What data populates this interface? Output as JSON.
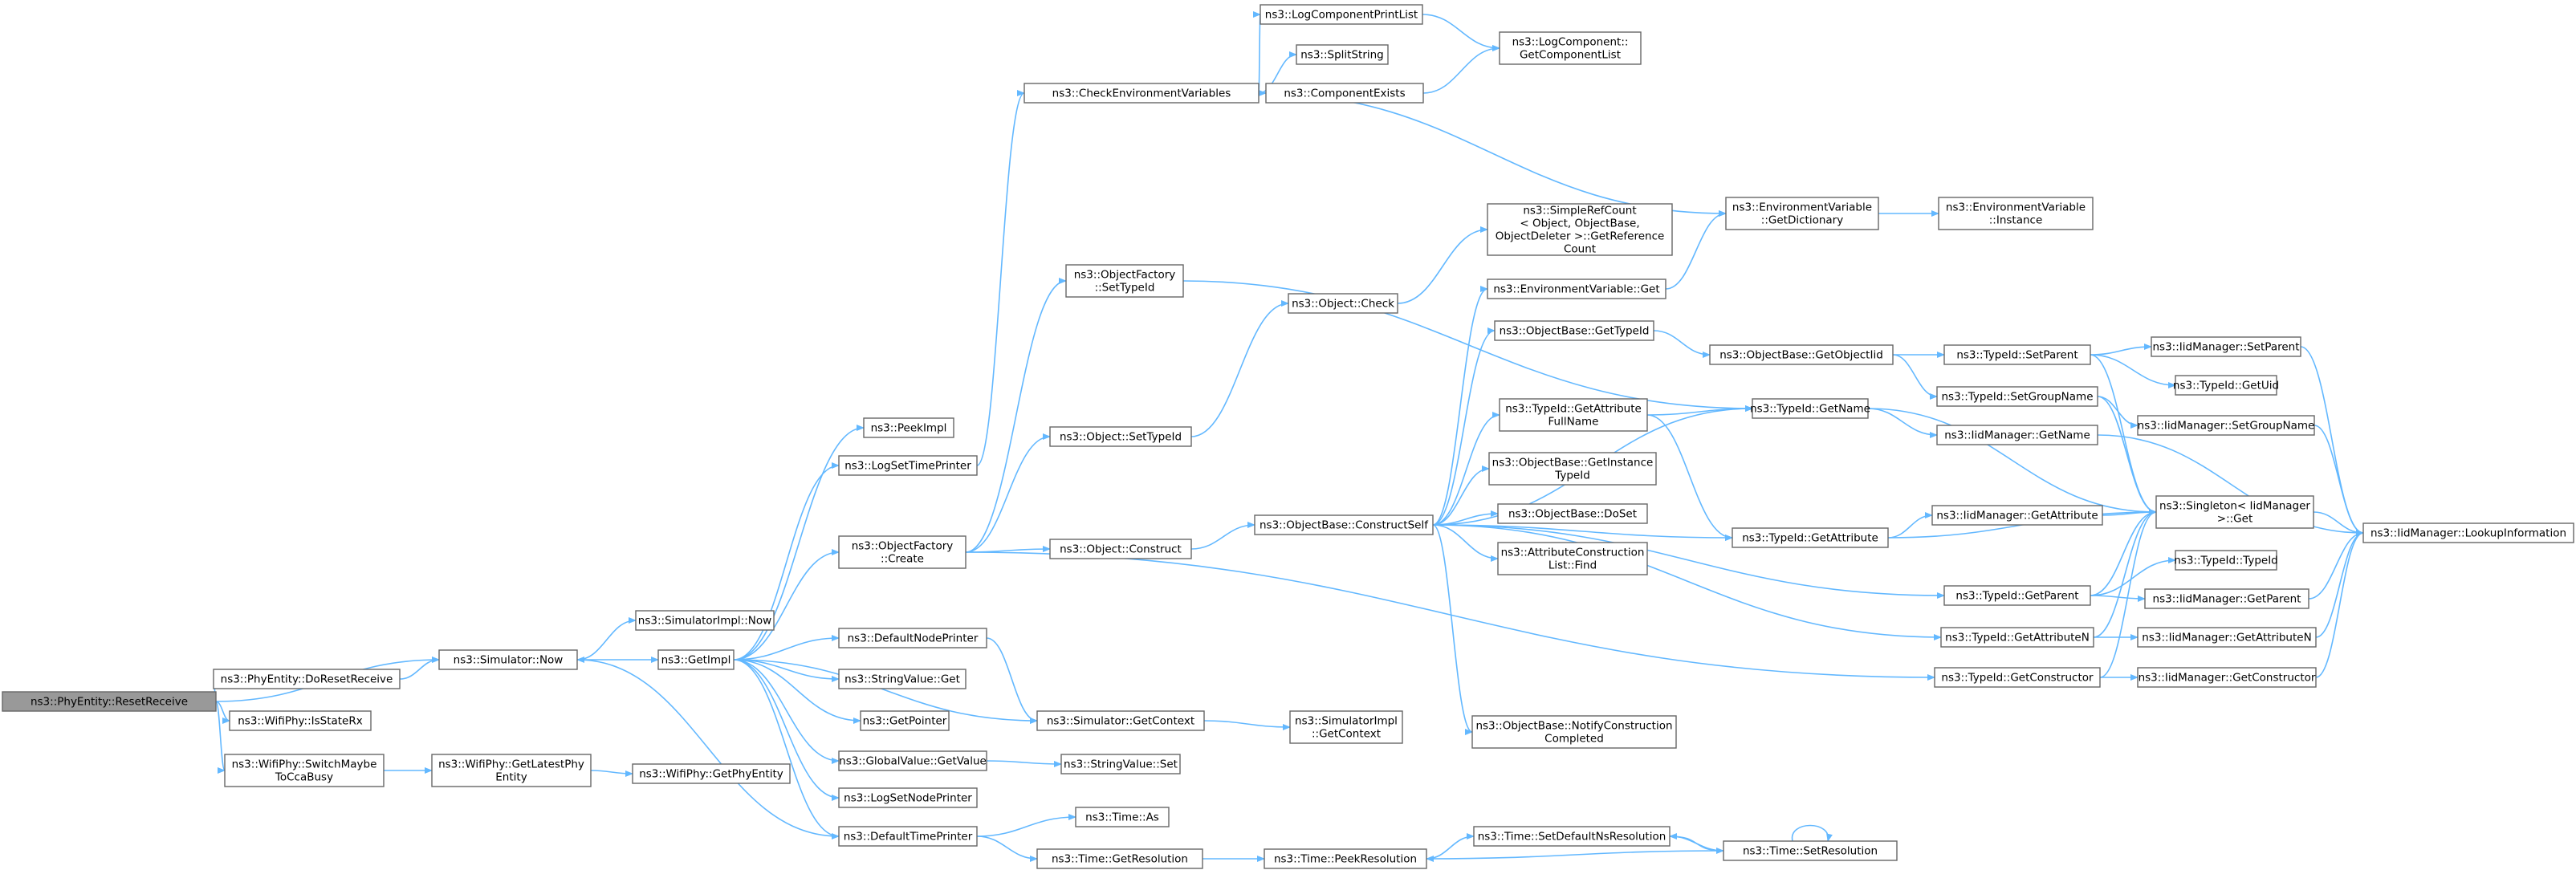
{
  "colors": {
    "edge": "#63b8ff",
    "node_border": "#666666",
    "root_fill": "#999999",
    "node_fill": "#ffffff"
  },
  "nodes": [
    {
      "id": "n0",
      "lines": [
        "ns3::PhyEntity::ResetReceive"
      ],
      "root": true
    },
    {
      "id": "n1",
      "lines": [
        "ns3::Simulator::Now"
      ]
    },
    {
      "id": "n2",
      "lines": [
        "ns3::PhyEntity::DoResetReceive"
      ]
    },
    {
      "id": "n3",
      "lines": [
        "ns3::WifiPhy::IsStateRx"
      ]
    },
    {
      "id": "n4",
      "lines": [
        "ns3::WifiPhy::SwitchMaybe",
        "ToCcaBusy"
      ]
    },
    {
      "id": "n5",
      "lines": [
        "ns3::SimulatorImpl::Now"
      ]
    },
    {
      "id": "n6",
      "lines": [
        "ns3::GetImpl"
      ]
    },
    {
      "id": "n7",
      "lines": [
        "ns3::WifiPhy::GetLatestPhy",
        "Entity"
      ]
    },
    {
      "id": "n8",
      "lines": [
        "ns3::WifiPhy::GetPhyEntity"
      ]
    },
    {
      "id": "n9",
      "lines": [
        "ns3::PeekImpl"
      ]
    },
    {
      "id": "n10",
      "lines": [
        "ns3::LogSetTimePrinter"
      ]
    },
    {
      "id": "n11",
      "lines": [
        "ns3::ObjectFactory",
        "::Create"
      ]
    },
    {
      "id": "n12",
      "lines": [
        "ns3::DefaultNodePrinter"
      ]
    },
    {
      "id": "n13",
      "lines": [
        "ns3::StringValue::Get"
      ]
    },
    {
      "id": "n14",
      "lines": [
        "ns3::GetPointer"
      ]
    },
    {
      "id": "n15",
      "lines": [
        "ns3::GlobalValue::GetValue"
      ]
    },
    {
      "id": "n16",
      "lines": [
        "ns3::LogSetNodePrinter"
      ]
    },
    {
      "id": "n17",
      "lines": [
        "ns3::DefaultTimePrinter"
      ]
    },
    {
      "id": "n18",
      "lines": [
        "ns3::CheckEnvironmentVariables"
      ]
    },
    {
      "id": "n19",
      "lines": [
        "ns3::ObjectFactory",
        "::SetTypeId"
      ]
    },
    {
      "id": "n20",
      "lines": [
        "ns3::Object::SetTypeId"
      ]
    },
    {
      "id": "n21",
      "lines": [
        "ns3::Object::Construct"
      ]
    },
    {
      "id": "n22",
      "lines": [
        "ns3::Simulator::GetContext"
      ]
    },
    {
      "id": "n23",
      "lines": [
        "ns3::StringValue::Set"
      ]
    },
    {
      "id": "n24",
      "lines": [
        "ns3::Time::As"
      ]
    },
    {
      "id": "n25",
      "lines": [
        "ns3::Time::GetResolution"
      ]
    },
    {
      "id": "n26",
      "lines": [
        "ns3::LogComponentPrintList"
      ]
    },
    {
      "id": "n27",
      "lines": [
        "ns3::SplitString"
      ]
    },
    {
      "id": "n28",
      "lines": [
        "ns3::ComponentExists"
      ]
    },
    {
      "id": "n29",
      "lines": [
        "ns3::Object::Check"
      ]
    },
    {
      "id": "n30",
      "lines": [
        "ns3::ObjectBase::ConstructSelf"
      ]
    },
    {
      "id": "n31",
      "lines": [
        "ns3::SimulatorImpl",
        "::GetContext"
      ]
    },
    {
      "id": "n32",
      "lines": [
        "ns3::Time::PeekResolution"
      ]
    },
    {
      "id": "n33",
      "lines": [
        "ns3::LogComponent::",
        "GetComponentList"
      ]
    },
    {
      "id": "n34",
      "lines": [
        "ns3::SimpleRefCount",
        "< Object, ObjectBase,",
        " ObjectDeleter >::GetReference",
        "Count"
      ]
    },
    {
      "id": "n35",
      "lines": [
        "ns3::EnvironmentVariable::Get"
      ]
    },
    {
      "id": "n36",
      "lines": [
        "ns3::ObjectBase::GetTypeId"
      ]
    },
    {
      "id": "n37",
      "lines": [
        "ns3::TypeId::GetAttribute",
        "FullName"
      ]
    },
    {
      "id": "n38",
      "lines": [
        "ns3::ObjectBase::GetInstance",
        "TypeId"
      ]
    },
    {
      "id": "n39",
      "lines": [
        "ns3::ObjectBase::DoSet"
      ]
    },
    {
      "id": "n40",
      "lines": [
        "ns3::AttributeConstruction",
        "List::Find"
      ]
    },
    {
      "id": "n41",
      "lines": [
        "ns3::ObjectBase::NotifyConstruction",
        "Completed"
      ]
    },
    {
      "id": "n42",
      "lines": [
        "ns3::Time::SetDefaultNsResolution"
      ]
    },
    {
      "id": "n43",
      "lines": [
        "ns3::EnvironmentVariable",
        "::GetDictionary"
      ]
    },
    {
      "id": "n44",
      "lines": [
        "ns3::ObjectBase::GetObjectIid"
      ]
    },
    {
      "id": "n45",
      "lines": [
        "ns3::TypeId::GetName"
      ]
    },
    {
      "id": "n46",
      "lines": [
        "ns3::TypeId::GetAttribute"
      ]
    },
    {
      "id": "n47",
      "lines": [
        "ns3::Time::SetResolution"
      ]
    },
    {
      "id": "n48",
      "lines": [
        "ns3::EnvironmentVariable",
        "::Instance"
      ]
    },
    {
      "id": "n49",
      "lines": [
        "ns3::TypeId::SetParent"
      ]
    },
    {
      "id": "n50",
      "lines": [
        "ns3::TypeId::SetGroupName"
      ]
    },
    {
      "id": "n51",
      "lines": [
        "ns3::IidManager::GetName"
      ]
    },
    {
      "id": "n52",
      "lines": [
        "ns3::IidManager::GetAttribute"
      ]
    },
    {
      "id": "n53",
      "lines": [
        "ns3::TypeId::GetParent"
      ]
    },
    {
      "id": "n54",
      "lines": [
        "ns3::TypeId::GetAttributeN"
      ]
    },
    {
      "id": "n55",
      "lines": [
        "ns3::TypeId::GetConstructor"
      ]
    },
    {
      "id": "n56",
      "lines": [
        "ns3::IidManager::SetParent"
      ]
    },
    {
      "id": "n57",
      "lines": [
        "ns3::TypeId::GetUid"
      ]
    },
    {
      "id": "n58",
      "lines": [
        "ns3::IidManager::SetGroupName"
      ]
    },
    {
      "id": "n59",
      "lines": [
        "ns3::Singleton< IidManager",
        " >::Get"
      ]
    },
    {
      "id": "n60",
      "lines": [
        "ns3::TypeId::TypeId"
      ]
    },
    {
      "id": "n61",
      "lines": [
        "ns3::IidManager::GetParent"
      ]
    },
    {
      "id": "n62",
      "lines": [
        "ns3::IidManager::GetAttributeN"
      ]
    },
    {
      "id": "n63",
      "lines": [
        "ns3::IidManager::GetConstructor"
      ]
    },
    {
      "id": "n64",
      "lines": [
        "ns3::IidManager::LookupInformation"
      ]
    }
  ],
  "edges": [
    [
      "n0",
      "n1"
    ],
    [
      "n0",
      "n2"
    ],
    [
      "n0",
      "n3"
    ],
    [
      "n0",
      "n4"
    ],
    [
      "n2",
      "n1"
    ],
    [
      "n1",
      "n5"
    ],
    [
      "n1",
      "n6"
    ],
    [
      "n4",
      "n7"
    ],
    [
      "n7",
      "n8"
    ],
    [
      "n6",
      "n9"
    ],
    [
      "n6",
      "n10"
    ],
    [
      "n6",
      "n11"
    ],
    [
      "n6",
      "n12"
    ],
    [
      "n6",
      "n13"
    ],
    [
      "n6",
      "n14"
    ],
    [
      "n6",
      "n15"
    ],
    [
      "n6",
      "n16"
    ],
    [
      "n6",
      "n17"
    ],
    [
      "n6",
      "n22"
    ],
    [
      "n17",
      "n1"
    ],
    [
      "n10",
      "n18"
    ],
    [
      "n11",
      "n19"
    ],
    [
      "n11",
      "n20"
    ],
    [
      "n11",
      "n21"
    ],
    [
      "n11",
      "n55"
    ],
    [
      "n12",
      "n22"
    ],
    [
      "n15",
      "n23"
    ],
    [
      "n17",
      "n24"
    ],
    [
      "n17",
      "n25"
    ],
    [
      "n18",
      "n26"
    ],
    [
      "n18",
      "n27"
    ],
    [
      "n18",
      "n28"
    ],
    [
      "n18",
      "n43"
    ],
    [
      "n19",
      "n45"
    ],
    [
      "n20",
      "n29"
    ],
    [
      "n21",
      "n30"
    ],
    [
      "n22",
      "n31"
    ],
    [
      "n25",
      "n32"
    ],
    [
      "n26",
      "n33"
    ],
    [
      "n28",
      "n33"
    ],
    [
      "n29",
      "n34"
    ],
    [
      "n30",
      "n35"
    ],
    [
      "n30",
      "n36"
    ],
    [
      "n30",
      "n37"
    ],
    [
      "n30",
      "n38"
    ],
    [
      "n30",
      "n39"
    ],
    [
      "n30",
      "n40"
    ],
    [
      "n30",
      "n41"
    ],
    [
      "n30",
      "n45"
    ],
    [
      "n30",
      "n46"
    ],
    [
      "n30",
      "n53"
    ],
    [
      "n30",
      "n54"
    ],
    [
      "n35",
      "n43"
    ],
    [
      "n36",
      "n44"
    ],
    [
      "n37",
      "n45"
    ],
    [
      "n37",
      "n46"
    ],
    [
      "n43",
      "n48"
    ],
    [
      "n44",
      "n49"
    ],
    [
      "n44",
      "n50"
    ],
    [
      "n45",
      "n51"
    ],
    [
      "n45",
      "n59"
    ],
    [
      "n46",
      "n52"
    ],
    [
      "n46",
      "n59"
    ],
    [
      "n42",
      "n47"
    ],
    [
      "n47",
      "n42"
    ],
    [
      "n47",
      "n32"
    ],
    [
      "n32",
      "n42"
    ],
    [
      "n47",
      "n47"
    ],
    [
      "n49",
      "n56"
    ],
    [
      "n49",
      "n57"
    ],
    [
      "n49",
      "n59"
    ],
    [
      "n50",
      "n58"
    ],
    [
      "n50",
      "n59"
    ],
    [
      "n51",
      "n64"
    ],
    [
      "n52",
      "n59"
    ],
    [
      "n53",
      "n60"
    ],
    [
      "n53",
      "n61"
    ],
    [
      "n53",
      "n59"
    ],
    [
      "n54",
      "n62"
    ],
    [
      "n54",
      "n59"
    ],
    [
      "n55",
      "n63"
    ],
    [
      "n55",
      "n59"
    ],
    [
      "n56",
      "n64"
    ],
    [
      "n58",
      "n64"
    ],
    [
      "n61",
      "n64"
    ],
    [
      "n62",
      "n64"
    ],
    [
      "n63",
      "n64"
    ],
    [
      "n59",
      "n64"
    ]
  ]
}
